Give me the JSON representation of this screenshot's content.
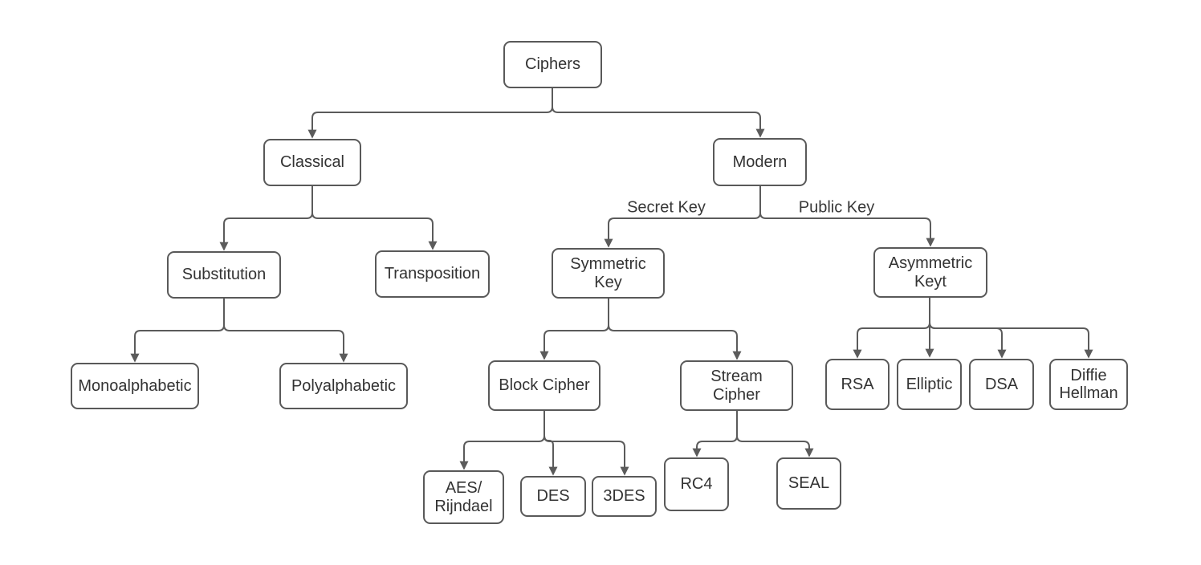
{
  "diagram_type": "tree",
  "colors": {
    "background": "#ffffff",
    "box_border": "#595959",
    "connector": "#5b5b5b",
    "text": "#333333"
  },
  "nodes": {
    "ciphers": {
      "label": "Ciphers"
    },
    "classical": {
      "label": "Classical"
    },
    "modern": {
      "label": "Modern"
    },
    "substitution": {
      "label": "Substitution"
    },
    "transposition": {
      "label": "Transposition"
    },
    "monoalphabetic": {
      "label": "Monoalphabetic"
    },
    "polyalphabetic": {
      "label": "Polyalphabetic"
    },
    "symmetric_key": {
      "label": "Symmetric\nKey"
    },
    "asymmetric_key": {
      "label": "Asymmetric\nKeyt"
    },
    "block_cipher": {
      "label": "Block Cipher"
    },
    "stream_cipher": {
      "label": "Stream\nCipher"
    },
    "aes_rijndael": {
      "label": "AES/\nRijndael"
    },
    "des": {
      "label": "DES"
    },
    "triple_des": {
      "label": "3DES"
    },
    "rc4": {
      "label": "RC4"
    },
    "seal": {
      "label": "SEAL"
    },
    "rsa": {
      "label": "RSA"
    },
    "elliptic": {
      "label": "Elliptic"
    },
    "dsa": {
      "label": "DSA"
    },
    "diffie_hellman": {
      "label": "Diffie\nHellman"
    }
  },
  "edge_labels": {
    "secret_key": "Secret Key",
    "public_key": "Public Key"
  },
  "edges": [
    {
      "from": "ciphers",
      "to": "classical"
    },
    {
      "from": "ciphers",
      "to": "modern"
    },
    {
      "from": "classical",
      "to": "substitution"
    },
    {
      "from": "classical",
      "to": "transposition"
    },
    {
      "from": "modern",
      "to": "symmetric_key",
      "label": "Secret Key"
    },
    {
      "from": "modern",
      "to": "asymmetric_key",
      "label": "Public Key"
    },
    {
      "from": "substitution",
      "to": "monoalphabetic"
    },
    {
      "from": "substitution",
      "to": "polyalphabetic"
    },
    {
      "from": "symmetric_key",
      "to": "block_cipher"
    },
    {
      "from": "symmetric_key",
      "to": "stream_cipher"
    },
    {
      "from": "block_cipher",
      "to": "aes_rijndael"
    },
    {
      "from": "block_cipher",
      "to": "des"
    },
    {
      "from": "block_cipher",
      "to": "triple_des"
    },
    {
      "from": "stream_cipher",
      "to": "rc4"
    },
    {
      "from": "stream_cipher",
      "to": "seal"
    },
    {
      "from": "asymmetric_key",
      "to": "rsa"
    },
    {
      "from": "asymmetric_key",
      "to": "elliptic"
    },
    {
      "from": "asymmetric_key",
      "to": "dsa"
    },
    {
      "from": "asymmetric_key",
      "to": "diffie_hellman"
    }
  ]
}
